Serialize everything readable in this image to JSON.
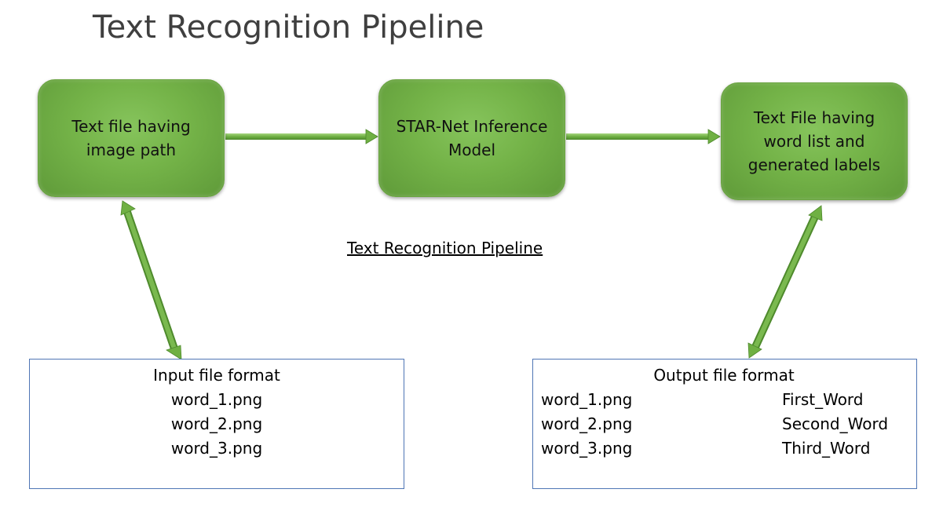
{
  "title": "Text Recognition Pipeline",
  "caption": "Text Recognition Pipeline",
  "nodes": {
    "input": {
      "line1": "Text file having",
      "line2": "image path"
    },
    "model": {
      "line1": "STAR-Net Inference",
      "line2": "Model"
    },
    "output": {
      "line1": "Text File having",
      "line2": "word list and",
      "line3": "generated labels"
    }
  },
  "input_format": {
    "heading": "Input file format",
    "lines": [
      "word_1.png",
      "word_2.png",
      "word_3.png"
    ]
  },
  "output_format": {
    "heading": "Output file format",
    "rows": [
      {
        "file": "word_1.png",
        "label": "First_Word"
      },
      {
        "file": "word_2.png",
        "label": "Second_Word"
      },
      {
        "file": "word_3.png",
        "label": "Third_Word"
      }
    ]
  },
  "colors": {
    "node_fill": "#74b348",
    "arrow": "#6fb043",
    "file_border": "#4f76b5",
    "title_text": "#3f3f3f"
  }
}
